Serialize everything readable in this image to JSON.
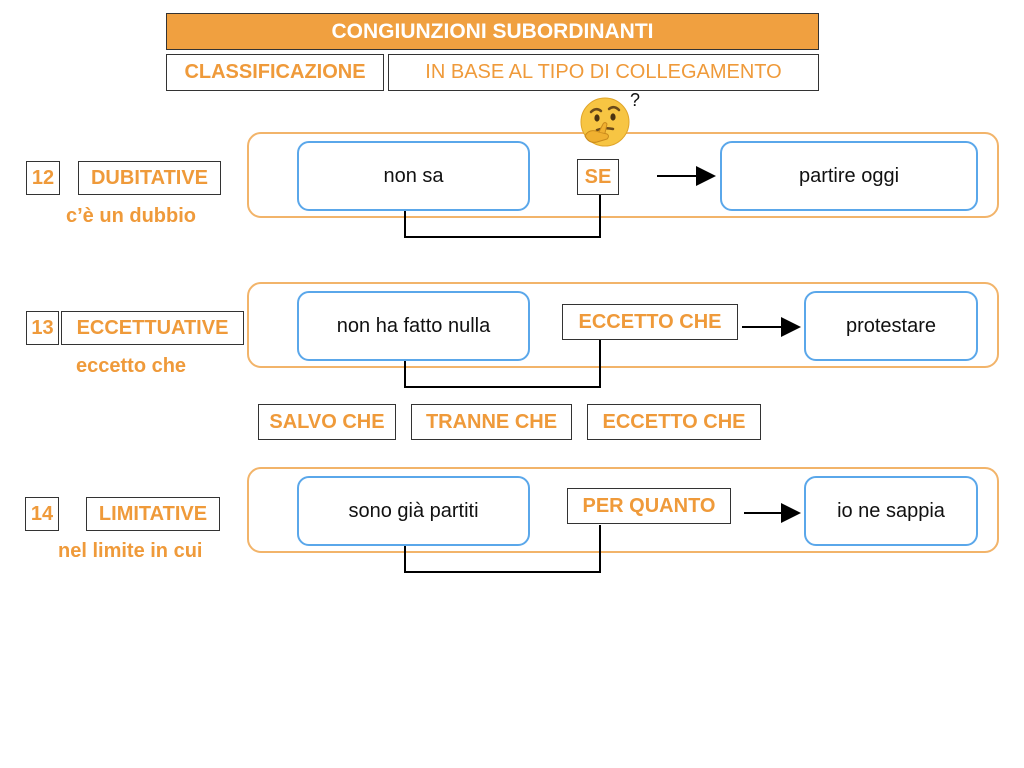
{
  "header": {
    "title": "CONGIUNZIONI SUBORDINANTI",
    "classification_label": "CLASSIFICAZIONE",
    "classification_value": "IN BASE AL TIPO DI COLLEGAMENTO"
  },
  "thinking": {
    "mark": "?"
  },
  "rows": [
    {
      "number": "12",
      "category": "DUBITATIVE",
      "meaning": "c’è un dubbio",
      "left_clause": "non sa",
      "conjunction": "SE",
      "right_clause": "partire oggi"
    },
    {
      "number": "13",
      "category": "ECCETTUATIVE",
      "meaning": "eccetto che",
      "left_clause": "non ha fatto nulla",
      "conjunction": "ECCETTO CHE",
      "right_clause": "protestare"
    },
    {
      "number": "14",
      "category": "LIMITATIVE",
      "meaning": "nel limite in cui",
      "left_clause": "sono già partiti",
      "conjunction": "PER QUANTO",
      "right_clause": "io ne sappia"
    }
  ],
  "alternatives": [
    "SALVO CHE",
    "TRANNE CHE",
    "ECCETTO CHE"
  ],
  "colors": {
    "title_bg": "#f0a040",
    "accent_orange": "#ef9a3a",
    "frame_orange": "#f2b46a",
    "bubble_blue": "#5aa7ea"
  }
}
